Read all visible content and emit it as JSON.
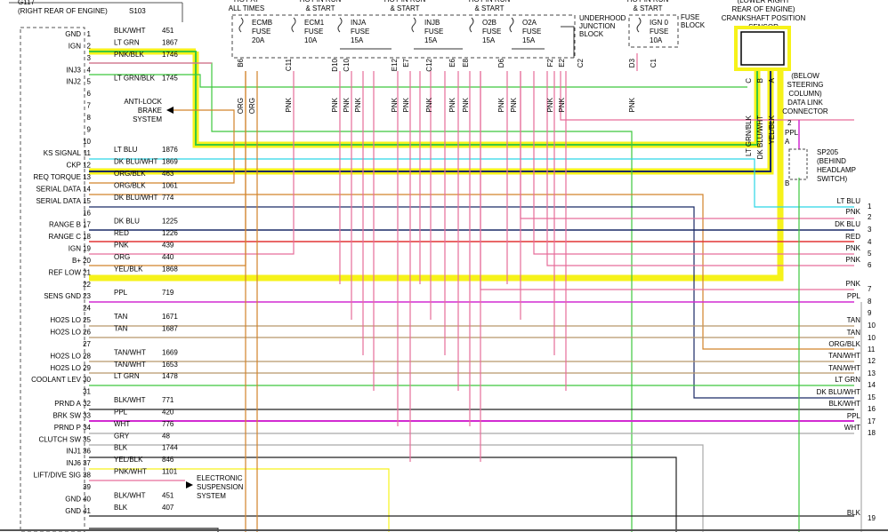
{
  "header": {
    "g117": "G117",
    "g117_loc": "(RIGHT REAR OF ENGINE)",
    "s103": "S103",
    "hot_always": [
      "HOT AT",
      "ALL TIMES"
    ],
    "hot_run_start_1": [
      "HOT IN RUN",
      "& START"
    ],
    "hot_run_start_2": [
      "HOT IN RUN",
      "& START"
    ],
    "hot_run_start_3": [
      "HOT IN RUN",
      "& START"
    ],
    "hot_run_start_4": [
      "HOT IN RUN",
      "& START"
    ],
    "hot_run_start_5": [
      "HOT IN RUN",
      "& START"
    ]
  },
  "fuses": [
    {
      "name": "ECMB",
      "type": "FUSE",
      "rating": "20A"
    },
    {
      "name": "ECM1",
      "type": "FUSE",
      "rating": "10A"
    },
    {
      "name": "INJA",
      "type": "FUSE",
      "rating": "15A"
    },
    {
      "name": "INJB",
      "type": "FUSE",
      "rating": "15A"
    },
    {
      "name": "O2B",
      "type": "FUSE",
      "rating": "15A"
    },
    {
      "name": "O2A",
      "type": "FUSE",
      "rating": "15A"
    }
  ],
  "ign_fuse": {
    "name": "IGN 0",
    "type": "FUSE",
    "rating": "10A"
  },
  "underhood_block": [
    "UNDERHOOD",
    "JUNCTION",
    "BLOCK"
  ],
  "fuse_block": [
    "FUSE",
    "BLOCK"
  ],
  "sensor": [
    "(LOWER RIGHT",
    "REAR OF ENGINE)",
    "CRANKSHAFT POSITION",
    "SENSOR"
  ],
  "dlc": [
    "(BELOW",
    "STEERING",
    "COLUMN)",
    "DATA LINK",
    "CONNECTOR"
  ],
  "sp205": [
    "SP205",
    "(BEHIND",
    "HEADLAMP",
    "SWITCH)"
  ],
  "abs": [
    "ANTI-LOCK",
    "BRAKE",
    "SYSTEM"
  ],
  "esusp": [
    "ELECTRONIC",
    "SUSPENSION",
    "SYSTEM"
  ],
  "pin_labels": [
    {
      "pin": "B6",
      "wire": "ORG"
    },
    {
      "pin": "",
      "wire": "ORG"
    },
    {
      "pin": "C11",
      "wire": "PNK"
    },
    {
      "pin": "D10",
      "wire": "PNK"
    },
    {
      "pin": "C10",
      "wire": "PNK"
    },
    {
      "pin": "",
      "wire": "PNK"
    },
    {
      "pin": "E12",
      "wire": "PNK"
    },
    {
      "pin": "E7",
      "wire": "PNK"
    },
    {
      "pin": "C12",
      "wire": "PNK"
    },
    {
      "pin": "E6",
      "wire": "PNK"
    },
    {
      "pin": "E8",
      "wire": "PNK"
    },
    {
      "pin": "D6",
      "wire": "PNK"
    },
    {
      "pin": "",
      "wire": "PNK"
    },
    {
      "pin": "F2",
      "wire": "PNK"
    },
    {
      "pin": "E2",
      "wire": "PNK"
    },
    {
      "pin": "C2",
      "wire": ""
    },
    {
      "pin": "D3",
      "wire": "PNK"
    },
    {
      "pin": "C1",
      "wire": ""
    }
  ],
  "sensor_wires": [
    "LT GRN/BLK",
    "DK BLU/WHT",
    "YEL/BLK"
  ],
  "sensor_pins": [
    "C",
    "B",
    "A"
  ],
  "sp_labels": {
    "pin2": "2",
    "ppl": "PPL",
    "a": "A",
    "b": "B"
  },
  "left_connector": [
    {
      "func": "GND",
      "pin": "1",
      "color": "BLK/WHT",
      "circuit": "451"
    },
    {
      "func": "IGN",
      "pin": "2",
      "color": "LT GRN",
      "circuit": "1867"
    },
    {
      "func": "",
      "pin": "3",
      "color": "PNK/BLK",
      "circuit": "1746"
    },
    {
      "func": "INJ3",
      "pin": "4",
      "color": "",
      "circuit": ""
    },
    {
      "func": "INJ2",
      "pin": "5",
      "color": "LT GRN/BLK",
      "circuit": "1745"
    },
    {
      "func": "",
      "pin": "6",
      "color": "",
      "circuit": ""
    },
    {
      "func": "",
      "pin": "7",
      "color": "",
      "circuit": ""
    },
    {
      "func": "",
      "pin": "8",
      "color": "",
      "circuit": ""
    },
    {
      "func": "",
      "pin": "9",
      "color": "",
      "circuit": ""
    },
    {
      "func": "",
      "pin": "10",
      "color": "",
      "circuit": ""
    },
    {
      "func": "KS SIGNAL",
      "pin": "11",
      "color": "LT BLU",
      "circuit": "1876"
    },
    {
      "func": "CKP",
      "pin": "12",
      "color": "DK BLU/WHT",
      "circuit": "1869"
    },
    {
      "func": "REQ TORQUE",
      "pin": "13",
      "color": "ORG/BLK",
      "circuit": "463"
    },
    {
      "func": "SERIAL DATA",
      "pin": "14",
      "color": "ORG/BLK",
      "circuit": "1061"
    },
    {
      "func": "SERIAL DATA",
      "pin": "15",
      "color": "DK BLU/WHT",
      "circuit": "774"
    },
    {
      "func": "",
      "pin": "16",
      "color": "",
      "circuit": ""
    },
    {
      "func": "RANGE B",
      "pin": "17",
      "color": "DK BLU",
      "circuit": "1225"
    },
    {
      "func": "RANGE C",
      "pin": "18",
      "color": "RED",
      "circuit": "1226"
    },
    {
      "func": "IGN",
      "pin": "19",
      "color": "PNK",
      "circuit": "439"
    },
    {
      "func": "B+",
      "pin": "20",
      "color": "ORG",
      "circuit": "440"
    },
    {
      "func": "REF LOW",
      "pin": "21",
      "color": "YEL/BLK",
      "circuit": "1868"
    },
    {
      "func": "",
      "pin": "22",
      "color": "",
      "circuit": ""
    },
    {
      "func": "SENS GND",
      "pin": "23",
      "color": "PPL",
      "circuit": "719"
    },
    {
      "func": "",
      "pin": "24",
      "color": "",
      "circuit": ""
    },
    {
      "func": "HO2S LO",
      "pin": "25",
      "color": "TAN",
      "circuit": "1671"
    },
    {
      "func": "HO2S LO",
      "pin": "26",
      "color": "TAN",
      "circuit": "1687"
    },
    {
      "func": "",
      "pin": "27",
      "color": "",
      "circuit": ""
    },
    {
      "func": "HO2S LO",
      "pin": "28",
      "color": "TAN/WHT",
      "circuit": "1669"
    },
    {
      "func": "HO2S LO",
      "pin": "29",
      "color": "TAN/WHT",
      "circuit": "1653"
    },
    {
      "func": "COOLANT LEV",
      "pin": "30",
      "color": "LT GRN",
      "circuit": "1478"
    },
    {
      "func": "",
      "pin": "31",
      "color": "",
      "circuit": ""
    },
    {
      "func": "PRND A",
      "pin": "32",
      "color": "BLK/WHT",
      "circuit": "771"
    },
    {
      "func": "BRK SW",
      "pin": "33",
      "color": "PPL",
      "circuit": "420"
    },
    {
      "func": "PRND P",
      "pin": "34",
      "color": "WHT",
      "circuit": "776"
    },
    {
      "func": "CLUTCH SW",
      "pin": "35",
      "color": "GRY",
      "circuit": "48"
    },
    {
      "func": "INJ1",
      "pin": "36",
      "color": "BLK",
      "circuit": "1744"
    },
    {
      "func": "INJ6",
      "pin": "37",
      "color": "YEL/BLK",
      "circuit": "846"
    },
    {
      "func": "LIFT/DIVE SIG",
      "pin": "38",
      "color": "PNK/WHT",
      "circuit": "1101"
    },
    {
      "func": "",
      "pin": "39",
      "color": "",
      "circuit": ""
    },
    {
      "func": "GND",
      "pin": "40",
      "color": "BLK/WHT",
      "circuit": "451"
    },
    {
      "func": "GND",
      "pin": "41",
      "color": "BLK",
      "circuit": "407"
    }
  ],
  "right_outputs": [
    {
      "color": "LT BLU",
      "num": "1"
    },
    {
      "color": "PNK",
      "num": "2"
    },
    {
      "color": "DK BLU",
      "num": "3"
    },
    {
      "color": "RED",
      "num": "4"
    },
    {
      "color": "PNK",
      "num": "5"
    },
    {
      "color": "PNK",
      "num": "6"
    },
    {
      "color": "PNK",
      "num": "7"
    },
    {
      "color": "PPL",
      "num": "8"
    },
    {
      "color": "",
      "num": "9"
    },
    {
      "color": "TAN",
      "num": "10"
    },
    {
      "color": "TAN",
      "num": "10"
    },
    {
      "color": "ORG/BLK",
      "num": "11"
    },
    {
      "color": "TAN/WHT",
      "num": "12"
    },
    {
      "color": "TAN/WHT",
      "num": "13"
    },
    {
      "color": "LT GRN",
      "num": "14"
    },
    {
      "color": "DK BLU/WHT",
      "num": "15"
    },
    {
      "color": "BLK/WHT",
      "num": "16"
    },
    {
      "color": "PPL",
      "num": "17"
    },
    {
      "color": "WHT",
      "num": "18"
    },
    {
      "color": "BLK",
      "num": "19"
    }
  ],
  "colors": {
    "pink": "#e76d9a",
    "ltgreen": "#3ec83e",
    "yellow": "#f6f21a",
    "ltblue": "#2bd5e6",
    "dkblue": "#1a2a66",
    "red": "#e23535",
    "orange": "#d2832a",
    "purple": "#d22bd2",
    "tan": "#b7966a",
    "gray": "#a9a9a9",
    "black": "#222222"
  }
}
